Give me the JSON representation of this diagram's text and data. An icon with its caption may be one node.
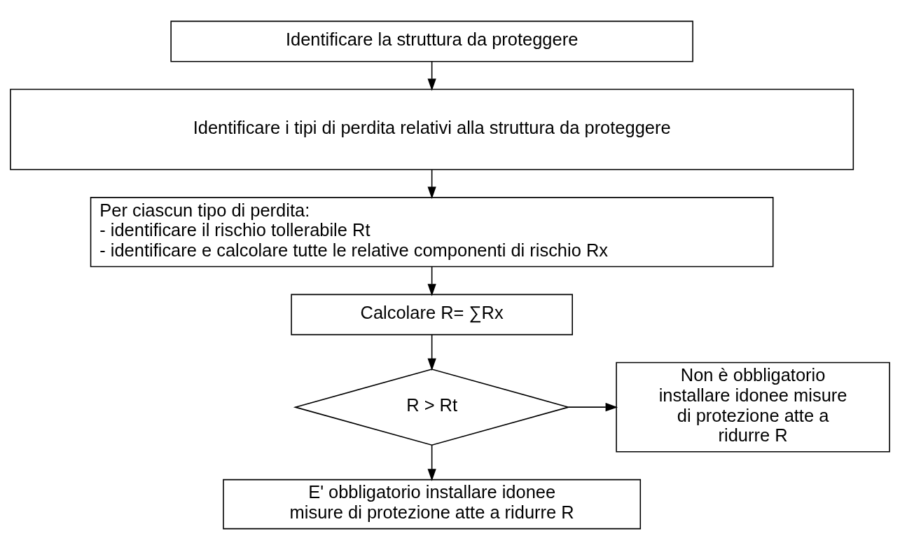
{
  "diagram": {
    "nodes": [
      {
        "text": [
          "Identificare la struttura da proteggere"
        ]
      },
      {
        "text": [
          "Identificare i tipi di perdita relativi alla struttura da proteggere"
        ]
      },
      {
        "text": [
          "Per ciascun tipo di perdita:",
          "- identificare il rischio tollerabile Rt",
          "- identificare e calcolare tutte le relative componenti di rischio Rx"
        ]
      },
      {
        "text": [
          "Calcolare R= ∑Rx"
        ]
      },
      {
        "text": [
          "R > Rt"
        ]
      },
      {
        "text": [
          "Non è obbligatorio installare idonee misure di protezione atte a ridurre R"
        ]
      },
      {
        "text": [
          "E' obbligatorio installare idonee misure di protezione atte a ridurre R"
        ]
      }
    ],
    "edges": [
      {
        "from": 0,
        "to": 1,
        "arrow": "to"
      },
      {
        "from": 1,
        "to": 2,
        "arrow": "to"
      },
      {
        "from": 2,
        "to": 3,
        "arrow": "to"
      },
      {
        "from": 3,
        "to": 4,
        "arrow": "to"
      },
      {
        "from": 4,
        "to": 5,
        "arrow": "to"
      },
      {
        "from": 4,
        "to": 6,
        "arrow": "to"
      }
    ]
  }
}
